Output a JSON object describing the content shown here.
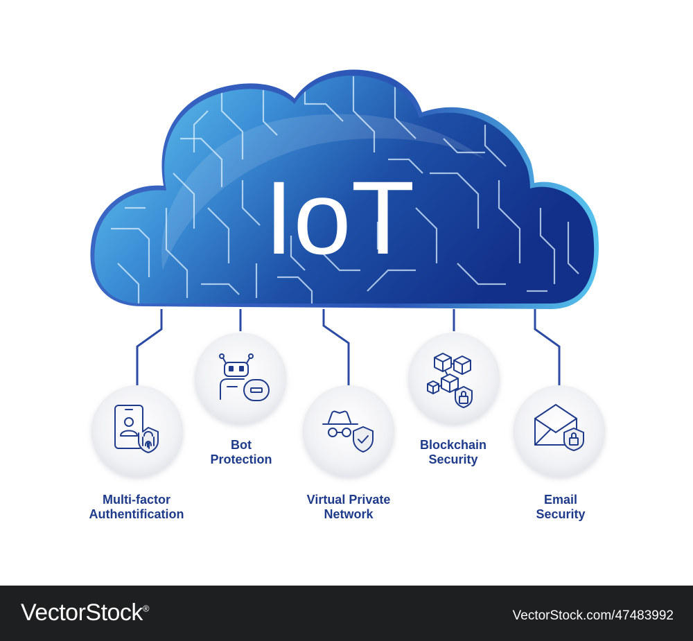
{
  "cloud": {
    "title": "IoT"
  },
  "nodes": [
    {
      "id": "mfa",
      "lines": [
        "Multi-factor",
        "Authentification"
      ],
      "icon": "phone-fingerprint-lock-icon"
    },
    {
      "id": "bot",
      "lines": [
        "Bot",
        "Protection"
      ],
      "icon": "robot-block-icon"
    },
    {
      "id": "vpn",
      "lines": [
        "Virtual Private",
        "Network"
      ],
      "icon": "incognito-shield-icon"
    },
    {
      "id": "blockchain",
      "lines": [
        "Blockchain",
        "Security"
      ],
      "icon": "blocks-lock-icon"
    },
    {
      "id": "email",
      "lines": [
        "Email",
        "Security"
      ],
      "icon": "envelope-lock-icon"
    }
  ],
  "footer": {
    "brand": "VectorStock",
    "reg": "®",
    "id": "VectorStock.com/47483992"
  },
  "colors": {
    "dark_blue": "#1e3a8a",
    "light_blue": "#5ec8f0",
    "circle": "#eceef2",
    "footer": "#1e1f21"
  }
}
